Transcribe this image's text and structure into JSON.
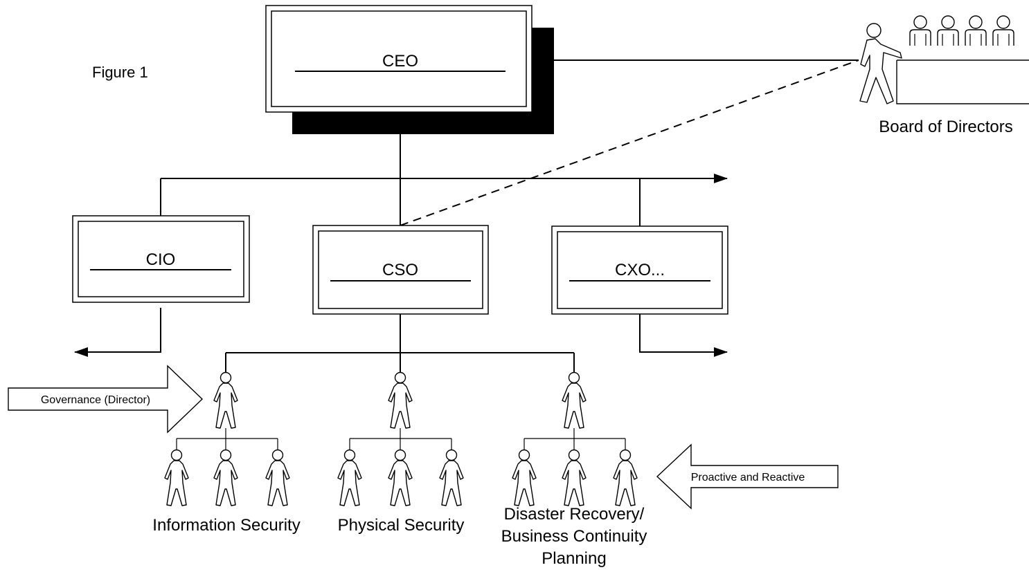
{
  "figure_label": "Figure 1",
  "boxes": {
    "ceo": "CEO",
    "cio": "CIO",
    "cso": "CSO",
    "cxo": "CXO..."
  },
  "board": {
    "label": "Board of Directors"
  },
  "callouts": {
    "governance": "Governance (Director)",
    "proactive": "Proactive and Reactive"
  },
  "groups": {
    "information_security": "Information Security",
    "physical_security": "Physical Security",
    "disaster_recovery": [
      "Disaster Recovery/",
      "Business Continuity",
      "Planning"
    ]
  },
  "colors": {
    "line": "#000000",
    "background": "#ffffff",
    "shadow": "#000000"
  },
  "icons": {
    "person": "person-icon",
    "board": "board-meeting-icon"
  }
}
